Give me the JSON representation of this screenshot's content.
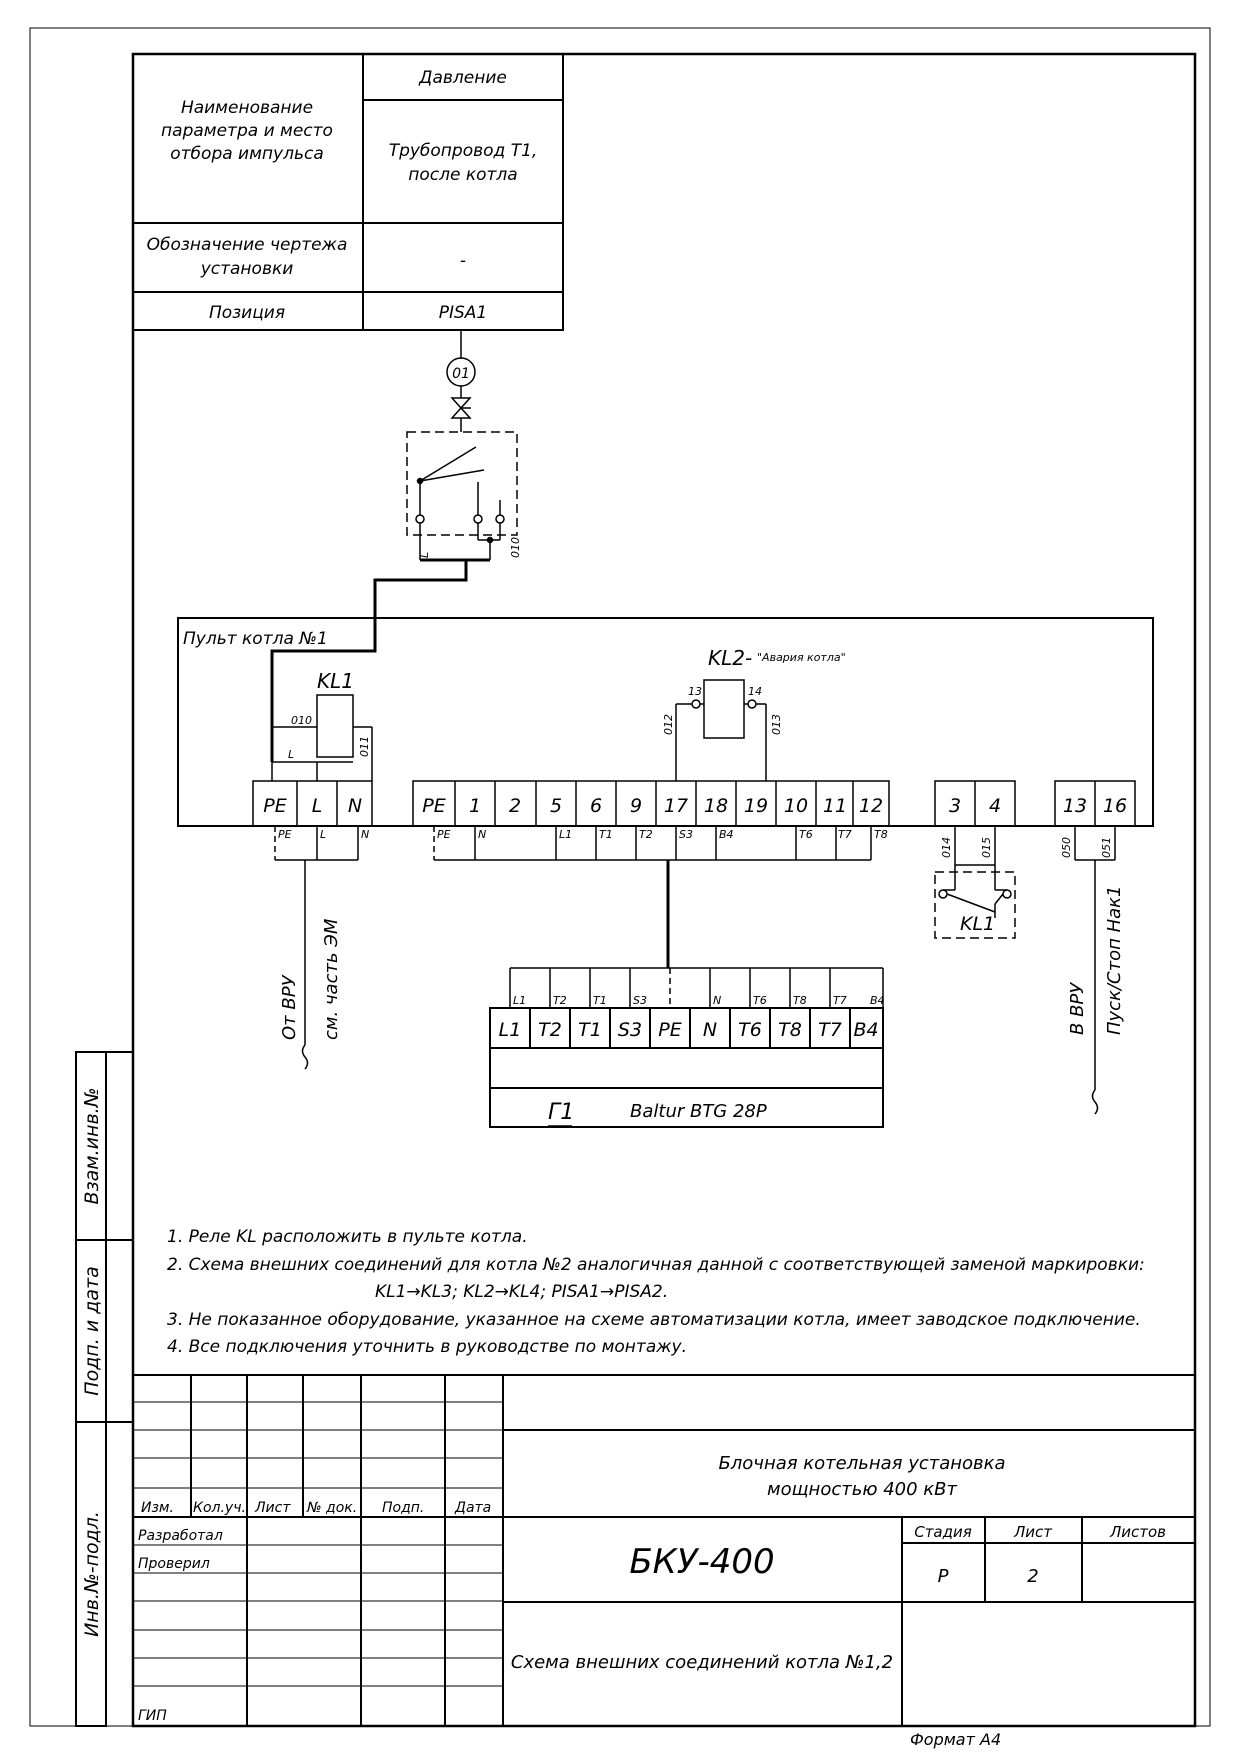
{
  "param_table": {
    "name_label_1": "Наименование",
    "name_label_2": "параметра и место",
    "name_label_3": "отбора импульса",
    "pressure": "Давление",
    "location_1": "Трубопровод Т1,",
    "location_2": "после котла",
    "drawing_label_1": "Обозначение чертежа",
    "drawing_label_2": "установки",
    "drawing_value": "-",
    "position_label": "Позиция",
    "position_value": "PISA1"
  },
  "sensor": {
    "tag": "01",
    "term_l": "L",
    "term_010": "010"
  },
  "panel": {
    "title": "Пульт котла №1",
    "kl1": {
      "label": "KL1",
      "wire_010": "010",
      "wire_l": "L",
      "wire_011": "011"
    },
    "kl2": {
      "label": "KL2-",
      "desc": "\"Авария котла\"",
      "pin_13": "13",
      "pin_14": "14",
      "wire_012": "012",
      "wire_013": "013"
    },
    "terminals_a": [
      "PE",
      "L",
      "N"
    ],
    "terminals_b": [
      "PE",
      "1",
      "2",
      "5",
      "6",
      "9",
      "17",
      "18",
      "19",
      "10",
      "11",
      "12"
    ],
    "terminals_c": [
      "3",
      "4"
    ],
    "terminals_d": [
      "13",
      "16"
    ],
    "under_a": [
      "PE",
      "L",
      "N"
    ],
    "under_b": [
      "PE",
      "N",
      "L1",
      "T1",
      "T2",
      "S3",
      "B4",
      "T6",
      "T7",
      "T8"
    ],
    "under_c": [
      "014",
      "015"
    ],
    "under_d": [
      "050",
      "051"
    ]
  },
  "external": {
    "power_from": "От ВРУ",
    "power_see": "см. часть ЭМ",
    "kl1_contact": "KL1",
    "to_vru": "В ВРУ",
    "start_stop": "Пуск/Стоп Нак1"
  },
  "burner": {
    "wire_labels": [
      "L1",
      "T2",
      "T1",
      "S3",
      "N",
      "T6",
      "T8",
      "T7",
      "B4"
    ],
    "terminals": [
      "L1",
      "T2",
      "T1",
      "S3",
      "PE",
      "N",
      "T6",
      "T8",
      "T7",
      "B4"
    ],
    "tag": "Г1",
    "model": "Baltur BTG 28P"
  },
  "notes": {
    "n1": "1. Реле KL расположить в пульте котла.",
    "n2": "2. Схема внешних соединений для котла №2 аналогичная данной с соответствующей заменой маркировки:",
    "n2b": "KL1→KL3; KL2→KL4; PISA1→PISA2.",
    "n3": "3. Не показанное оборудование, указанное на схеме автоматизации котла, имеет заводское подключение.",
    "n4": "4. Все подключения уточнить в руководстве по монтажу."
  },
  "side_strip": {
    "vzam": "Взам.инв.№",
    "podp": "Подп. и дата",
    "inv": "Инв.№-подл."
  },
  "title_block": {
    "headers": [
      "Изм.",
      "Кол.уч.",
      "Лист",
      "№ док.",
      "Подп.",
      "Дата"
    ],
    "razrabotal": "Разработал",
    "proveril": "Проверил",
    "gip": "ГИП",
    "project_1": "Блочная котельная установка",
    "project_2": "мощностью 400 кВт",
    "code": "БКУ-400",
    "stage_label": "Стадия",
    "sheet_label": "Лист",
    "sheets_label": "Листов",
    "stage": "Р",
    "sheet": "2",
    "sheets": "",
    "drawing_title": "Схема внешних соединений котла №1,2",
    "format": "Формат А4"
  }
}
